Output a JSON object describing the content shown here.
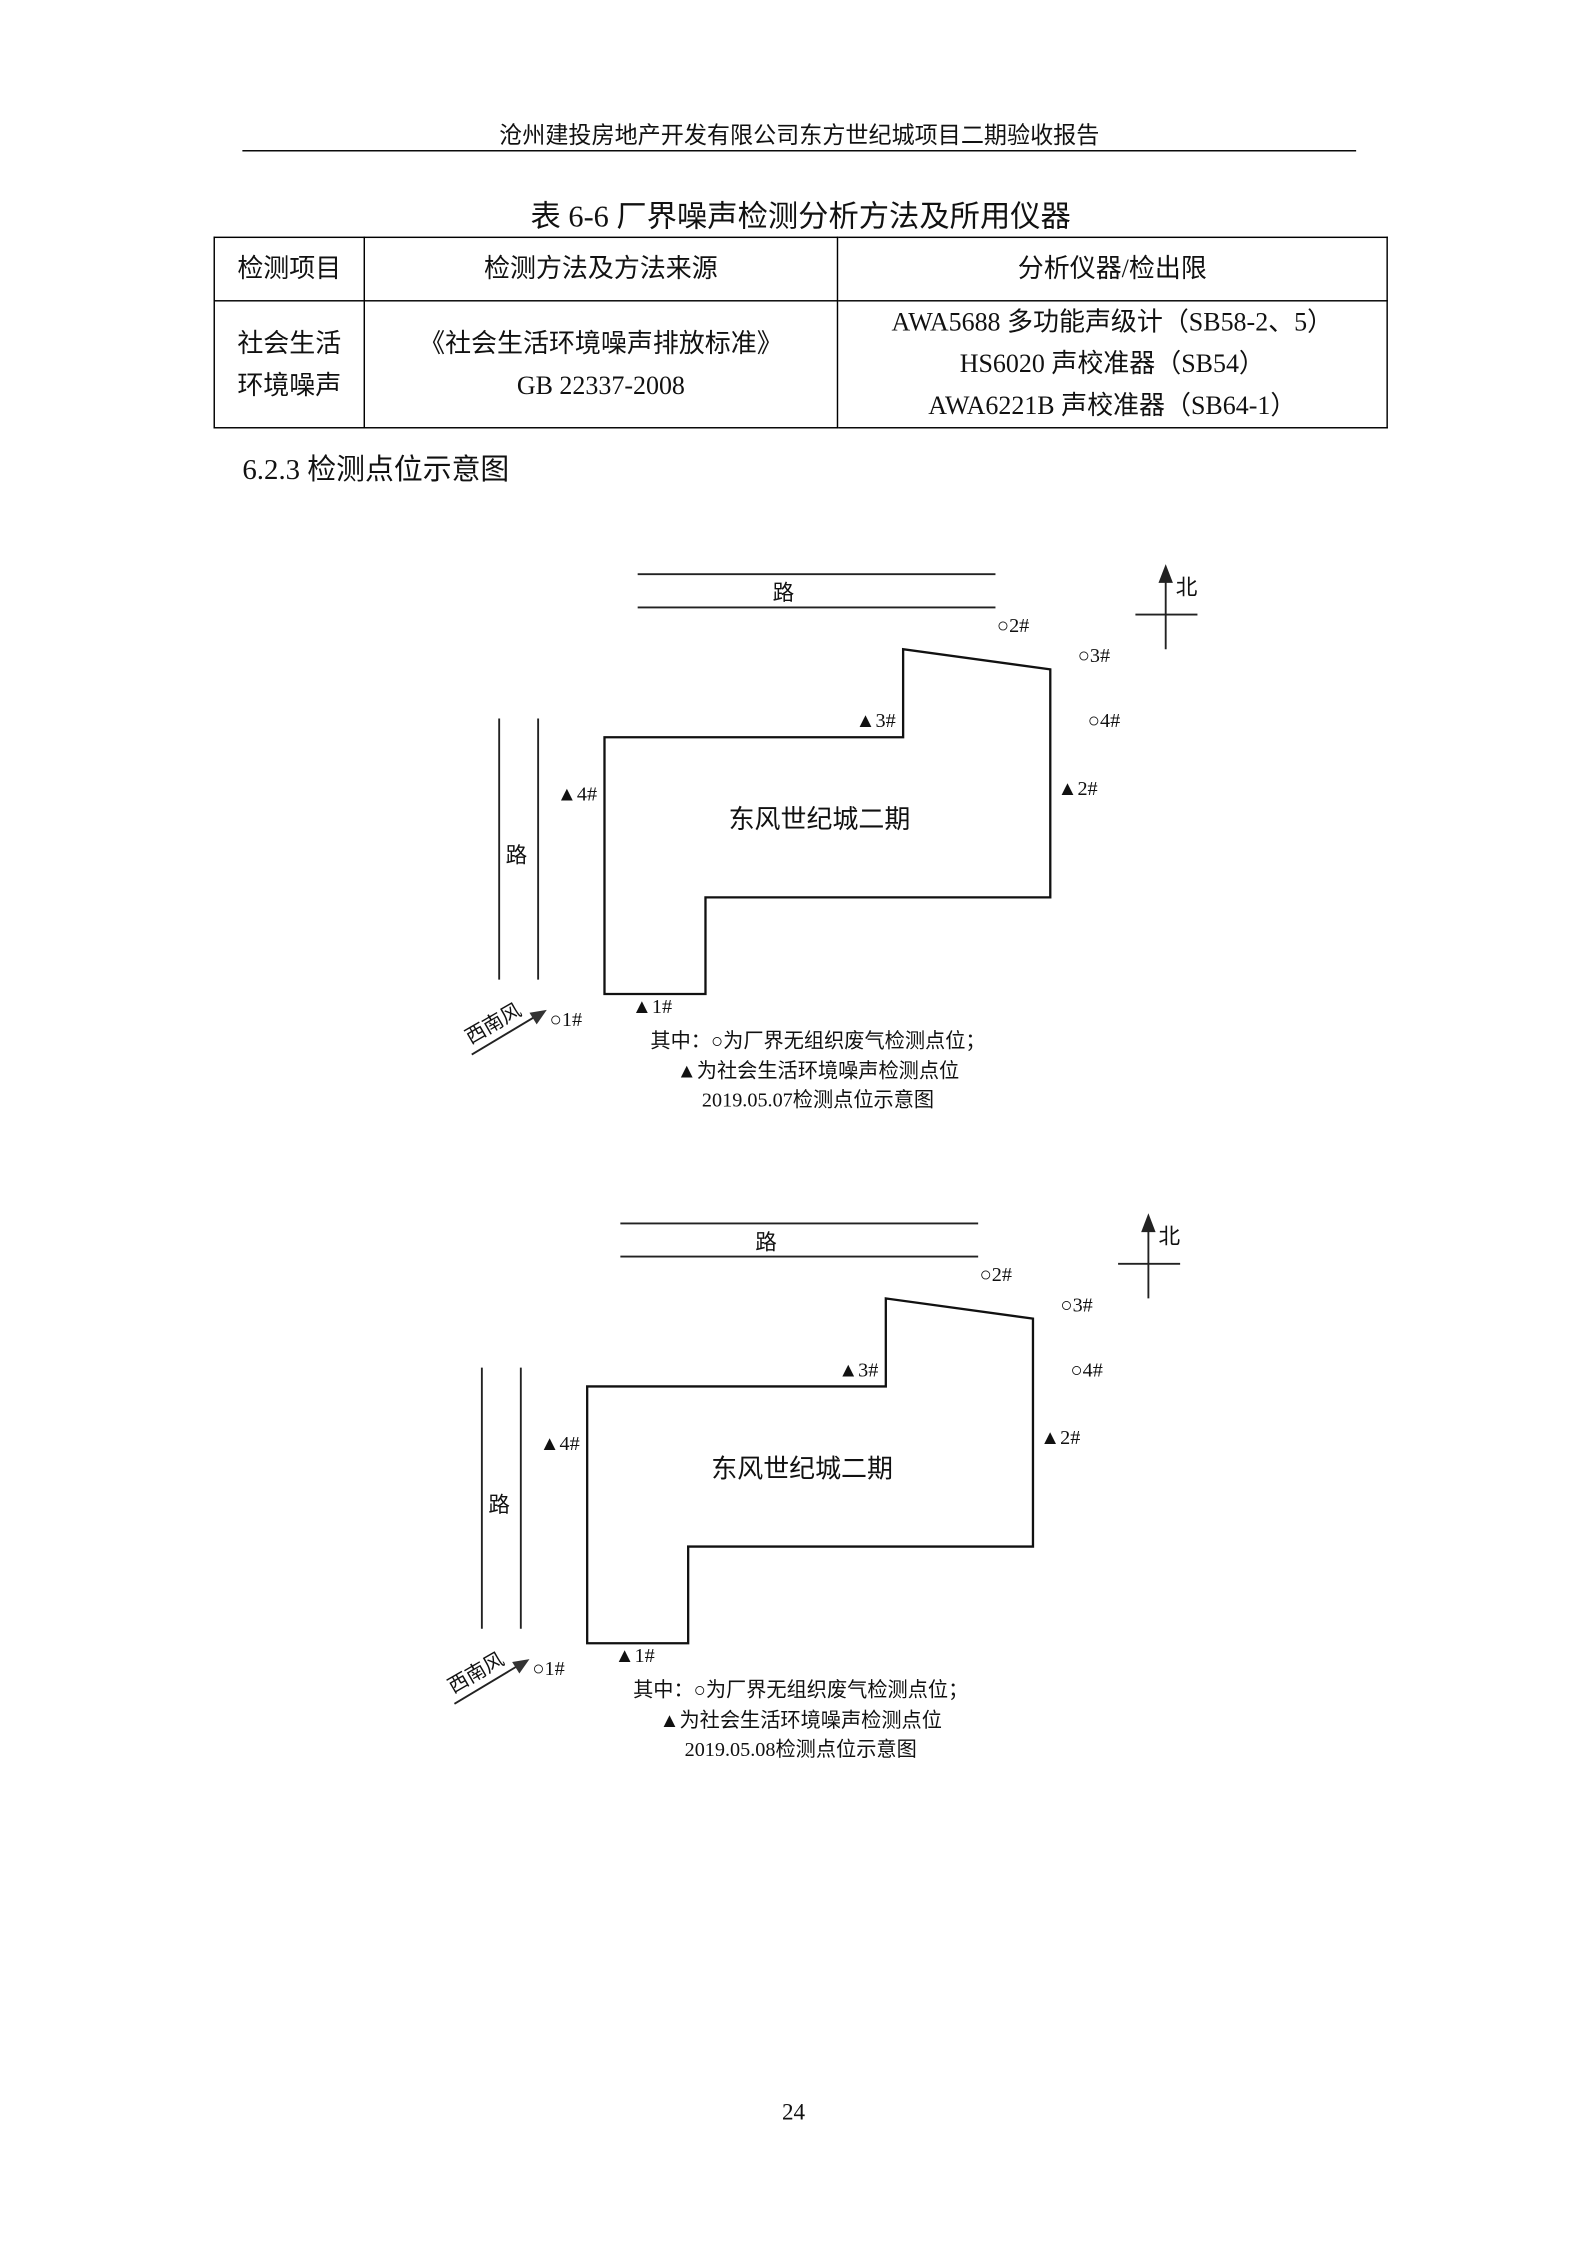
{
  "header": {
    "title": "沧州建投房地产开发有限公司东方世纪城项目二期验收报告"
  },
  "table": {
    "title": "表 6-6  厂界噪声检测分析方法及所用仪器",
    "columns": [
      "检测项目",
      "检测方法及方法来源",
      "分析仪器/检出限"
    ],
    "rows": [
      {
        "item": [
          "社会生活",
          "环境噪声"
        ],
        "method": [
          "《社会生活环境噪声排放标准》",
          "GB 22337-2008"
        ],
        "instruments": [
          "AWA5688 多功能声级计（SB58-2、5）",
          "HS6020 声校准器（SB54）",
          "AWA6221B 声校准器（SB64-1）"
        ]
      }
    ]
  },
  "section": {
    "heading": "6.2.3  检测点位示意图"
  },
  "diagrams": [
    {
      "road_top": "路",
      "road_left": "路",
      "north": "北",
      "site": "东风世纪城二期",
      "wind": "西南风",
      "gas_points": [
        "○1#",
        "○2#",
        "○3#",
        "○4#"
      ],
      "noise_points": [
        "▲1#",
        "▲2#",
        "▲3#",
        "▲4#"
      ],
      "legend": [
        "其中：○为厂界无组织废气检测点位；",
        "▲为社会生活环境噪声检测点位",
        "2019.05.07检测点位示意图"
      ]
    },
    {
      "road_top": "路",
      "road_left": "路",
      "north": "北",
      "site": "东风世纪城二期",
      "wind": "西南风",
      "gas_points": [
        "○1#",
        "○2#",
        "○3#",
        "○4#"
      ],
      "noise_points": [
        "▲1#",
        "▲2#",
        "▲3#",
        "▲4#"
      ],
      "legend": [
        "其中：○为厂界无组织废气检测点位；",
        "▲为社会生活环境噪声检测点位",
        "2019.05.08检测点位示意图"
      ]
    }
  ],
  "footer": {
    "page_number": "24"
  }
}
